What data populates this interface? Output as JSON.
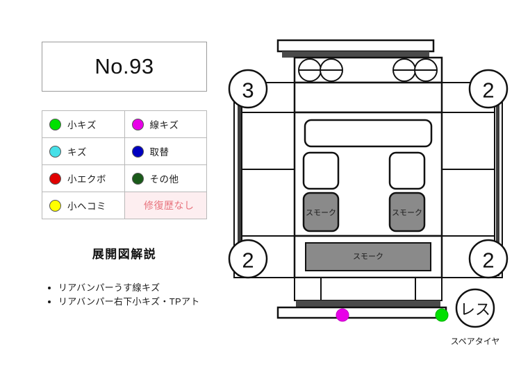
{
  "title": {
    "label": "No.93"
  },
  "legend": {
    "rows": [
      {
        "left": {
          "color": "#00e000",
          "label": "小キズ"
        },
        "right": {
          "color": "#e800e8",
          "label": "線キズ"
        }
      },
      {
        "left": {
          "color": "#46e0e8",
          "label": "キズ"
        },
        "right": {
          "color": "#0000c0",
          "label": "取替"
        }
      },
      {
        "left": {
          "color": "#e00000",
          "label": "小エクボ"
        },
        "right": {
          "color": "#1a5a1a",
          "label": "その他"
        }
      },
      {
        "left": {
          "color": "#ffff00",
          "label": "小ヘコミ"
        },
        "right": {
          "no_repair_text": "修復歴なし"
        }
      }
    ]
  },
  "description": {
    "heading": "展開図解説",
    "items": [
      "リアバンパーうす線キズ",
      "リアバンパー右下小キズ・TPアト"
    ]
  },
  "diagram": {
    "badges": {
      "front_left": "3",
      "front_right": "2",
      "rear_left": "2",
      "rear_right": "2",
      "spare": "レス"
    },
    "glass_labels": {
      "rear_left_window": "スモーク",
      "rear_right_window": "スモーク",
      "rear_windshield": "スモーク"
    },
    "spare_caption": "スペアタイヤ",
    "damage_marks": [
      {
        "id": "rear-bumper-line-scratch",
        "color": "#e800e8"
      },
      {
        "id": "rear-bumper-right-scratch",
        "color": "#00e000"
      }
    ]
  }
}
